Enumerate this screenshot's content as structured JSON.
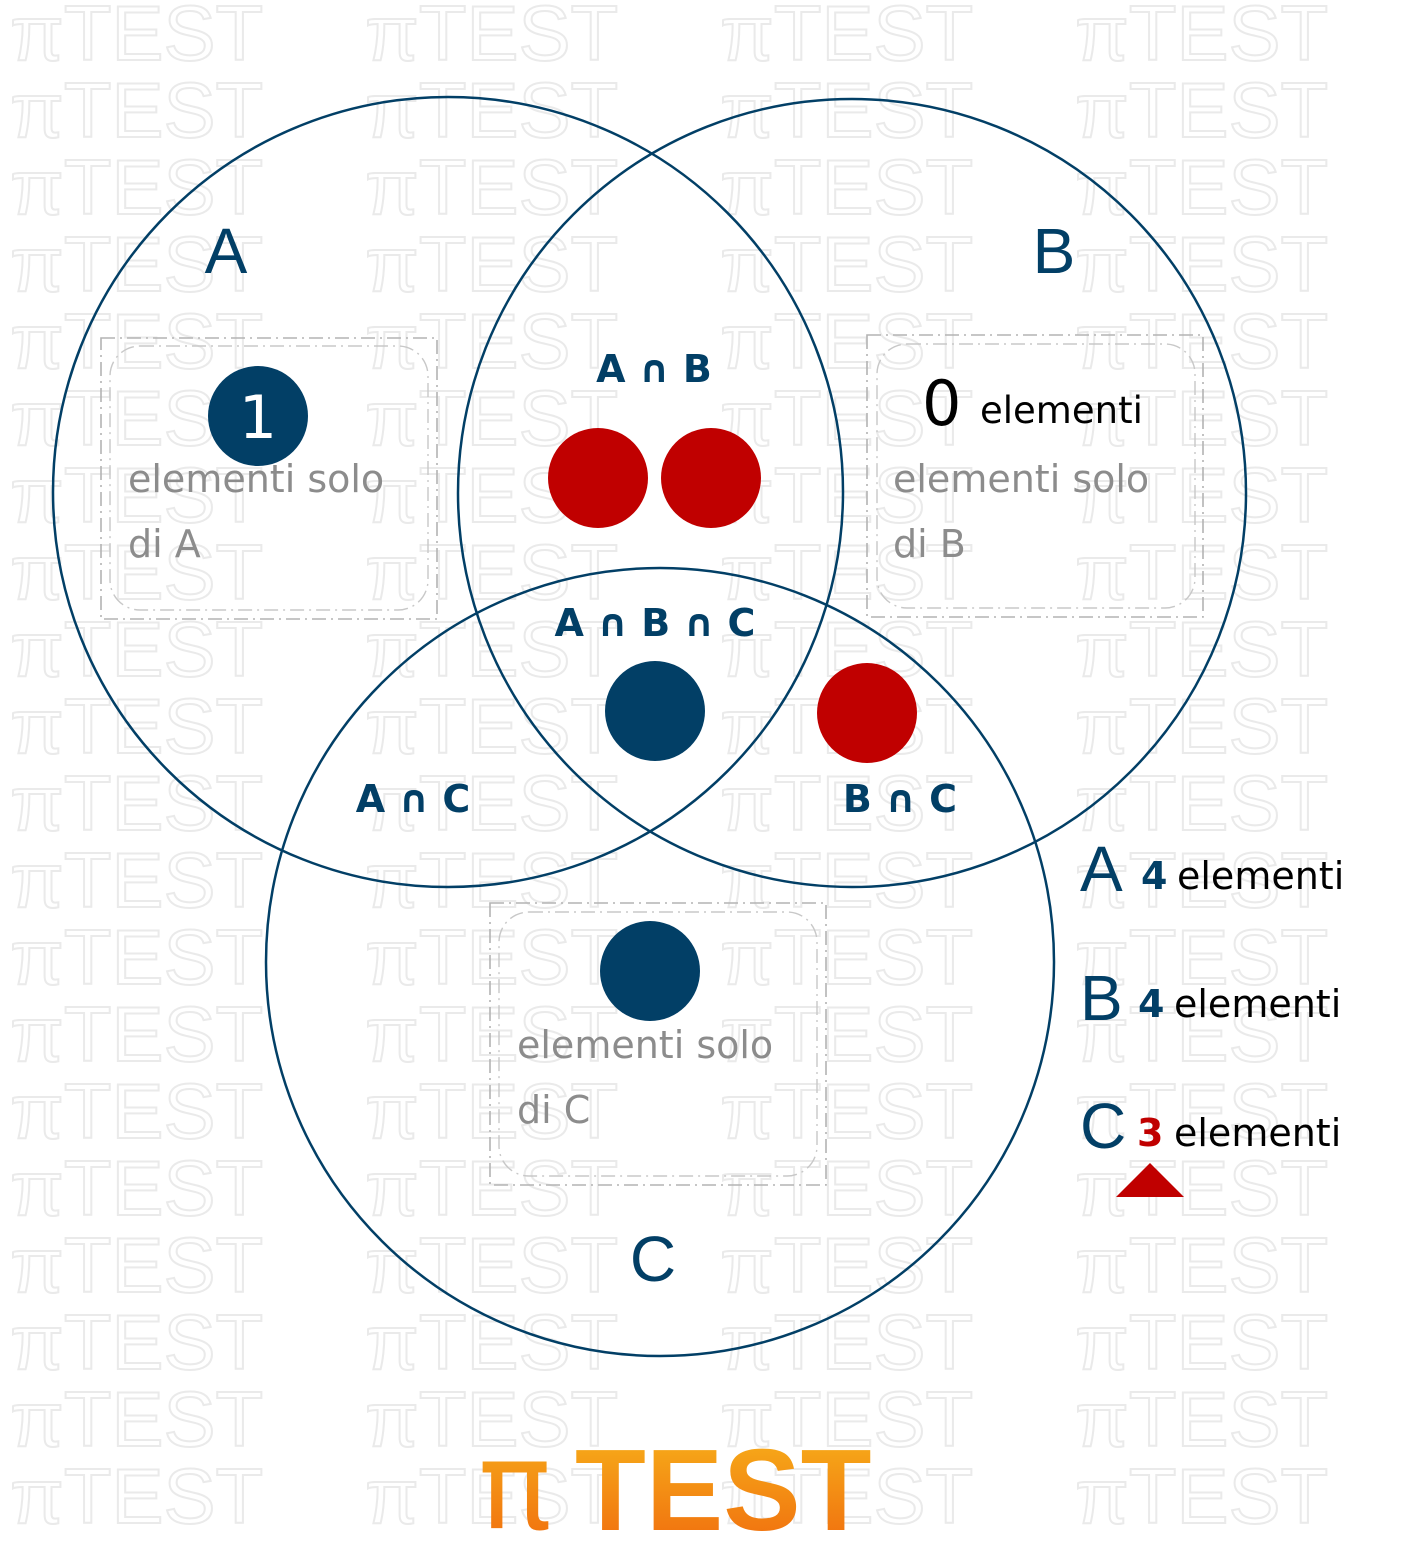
{
  "watermark": {
    "text": "πTEST"
  },
  "sets": {
    "a": {
      "label": "A"
    },
    "b": {
      "label": "B"
    },
    "c": {
      "label": "C"
    }
  },
  "regions": {
    "ab": {
      "label": "A ∩ B"
    },
    "abc": {
      "label": "A ∩ B ∩ C"
    },
    "ac": {
      "label": "A ∩ C"
    },
    "bc": {
      "label": "B ∩ C"
    }
  },
  "only_boxes": {
    "a": {
      "line1": "elementi solo",
      "line2": "di A",
      "count": "1"
    },
    "b": {
      "line1": "elementi solo",
      "line2": "di B",
      "count": "0",
      "count_unit": "elementi"
    },
    "c": {
      "line1": "elementi solo",
      "line2": "di C"
    }
  },
  "summary": [
    {
      "set": "A",
      "count": "4",
      "unit": "elementi"
    },
    {
      "set": "B",
      "count": "4",
      "unit": "elementi"
    },
    {
      "set": "C",
      "count": "3",
      "unit": "elementi"
    }
  ],
  "logo": {
    "pi": "π",
    "text": "TEST"
  },
  "colors": {
    "navy": "#023f66",
    "red": "#c00000",
    "gray": "#8c8c8c",
    "logo_orange": "#f39200"
  }
}
